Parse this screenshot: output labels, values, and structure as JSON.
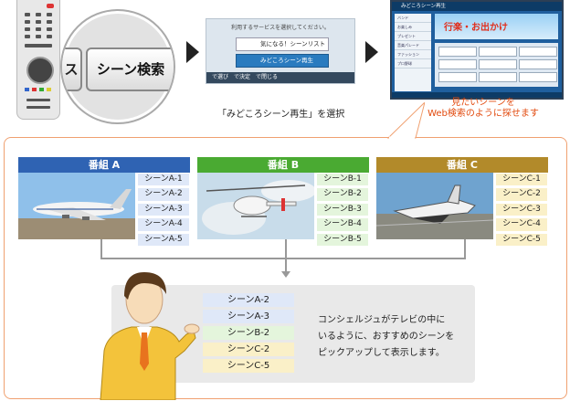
{
  "remote": {
    "key_label": "シーン検索",
    "key_partial": "ス"
  },
  "menu": {
    "title": "利用するサービスを選択してください。",
    "items": [
      {
        "label": "気になる！シーンリスト",
        "selected": false
      },
      {
        "label": "みどころシーン再生",
        "selected": true
      }
    ],
    "footer": "で選び　で決定　で閉じる"
  },
  "caption_select": "「みどころシーン再生」を選択",
  "tv": {
    "header": "みどころシーン再生",
    "banner": "行楽・お出かけ",
    "sidebar": [
      "バンド",
      "お楽しみ",
      "プレゼント",
      "音楽パレード",
      "ファッション",
      "プロ野球"
    ]
  },
  "caption_web": [
    "見たいシーンを",
    "Web検索のように探せます"
  ],
  "programs": [
    {
      "title": "番組 A",
      "color": "#2f63b3",
      "scenes": [
        "シーンA-1",
        "シーンA-2",
        "シーンA-3",
        "シーンA-4",
        "シーンA-5"
      ],
      "scene_color": "#dfe8f8"
    },
    {
      "title": "番組 B",
      "color": "#4aaa32",
      "scenes": [
        "シーンB-1",
        "シーンB-2",
        "シーンB-3",
        "シーンB-4",
        "シーンB-5"
      ],
      "scene_color": "#e4f5dc"
    },
    {
      "title": "番組 C",
      "color": "#b28a2a",
      "scenes": [
        "シーンC-1",
        "シーンC-2",
        "シーンC-3",
        "シーンC-4",
        "シーンC-5"
      ],
      "scene_color": "#faf0c8"
    }
  ],
  "picks": [
    {
      "label": "シーンA-2",
      "color": "#dfe8f8"
    },
    {
      "label": "シーンA-3",
      "color": "#dfe8f8"
    },
    {
      "label": "シーンB-2",
      "color": "#e4f5dc"
    },
    {
      "label": "シーンC-2",
      "color": "#faf0c8"
    },
    {
      "label": "シーンC-5",
      "color": "#faf0c8"
    }
  ],
  "concierge_text": [
    "コンシェルジュがテレビの中に",
    "いるように、おすすめのシーンを",
    "ピックアップして表示します。"
  ]
}
